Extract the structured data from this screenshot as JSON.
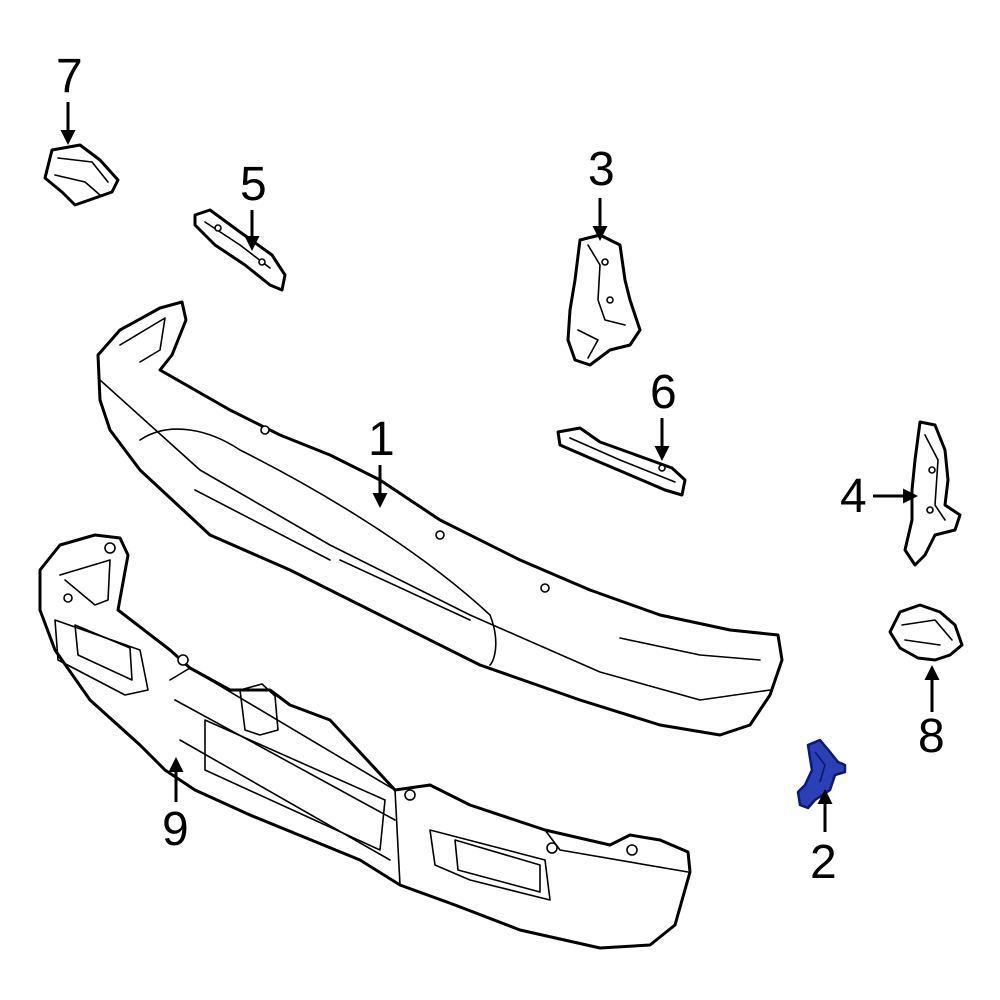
{
  "diagram": {
    "callouts": [
      {
        "id": "1",
        "label": "1"
      },
      {
        "id": "2",
        "label": "2"
      },
      {
        "id": "3",
        "label": "3"
      },
      {
        "id": "4",
        "label": "4"
      },
      {
        "id": "5",
        "label": "5"
      },
      {
        "id": "6",
        "label": "6"
      },
      {
        "id": "7",
        "label": "7"
      },
      {
        "id": "8",
        "label": "8"
      },
      {
        "id": "9",
        "label": "9"
      }
    ],
    "highlighted_part": "2",
    "colors": {
      "line": "#000000",
      "background": "#ffffff",
      "highlight": "#2b3fb6"
    }
  }
}
